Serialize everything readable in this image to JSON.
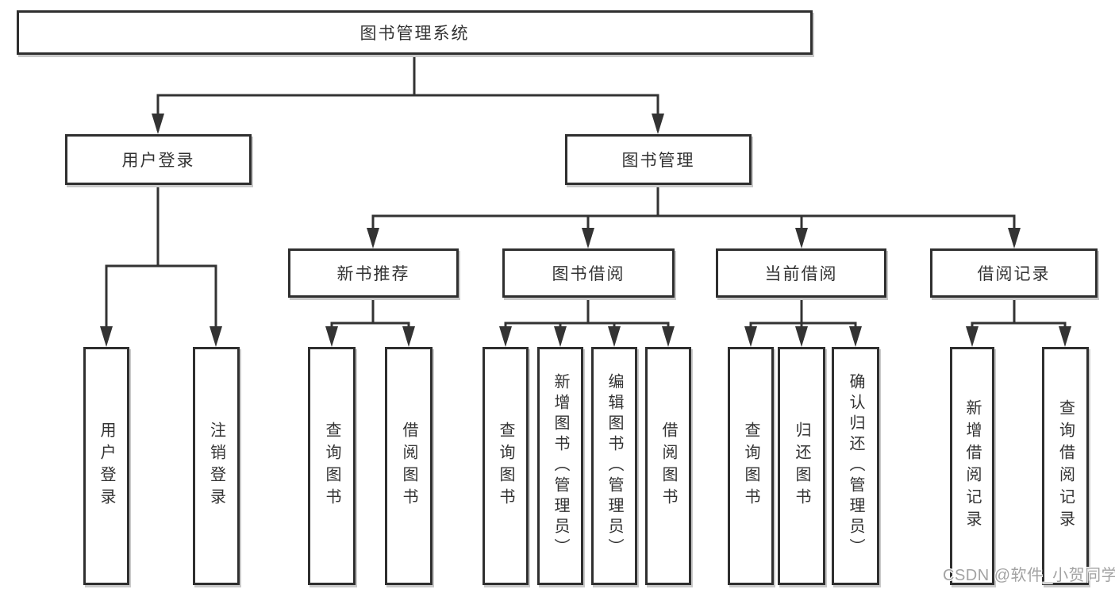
{
  "colors": {
    "background": "#ffffff",
    "box_border": "#2f2f2f",
    "connector_line": "#333333",
    "text": "#333333",
    "watermark_text": "#a3a3a3"
  },
  "watermark": "CSDN @软件_小贺同学",
  "tree": {
    "label": "图书管理系统",
    "children": [
      {
        "label": "用户登录",
        "children": [
          {
            "label": "用户登录"
          },
          {
            "label": "注销登录"
          }
        ]
      },
      {
        "label": "图书管理",
        "children": [
          {
            "label": "新书推荐",
            "children": [
              {
                "label": "查询图书"
              },
              {
                "label": "借阅图书"
              }
            ]
          },
          {
            "label": "图书借阅",
            "children": [
              {
                "label": "查询图书"
              },
              {
                "label": "新增图书（管理员）"
              },
              {
                "label": "编辑图书（管理员）"
              },
              {
                "label": "借阅图书"
              }
            ]
          },
          {
            "label": "当前借阅",
            "children": [
              {
                "label": "查询图书"
              },
              {
                "label": "归还图书"
              },
              {
                "label": "确认归还（管理员）"
              }
            ]
          },
          {
            "label": "借阅记录",
            "children": [
              {
                "label": "新增借阅记录"
              },
              {
                "label": "查询借阅记录"
              }
            ]
          }
        ]
      }
    ]
  }
}
